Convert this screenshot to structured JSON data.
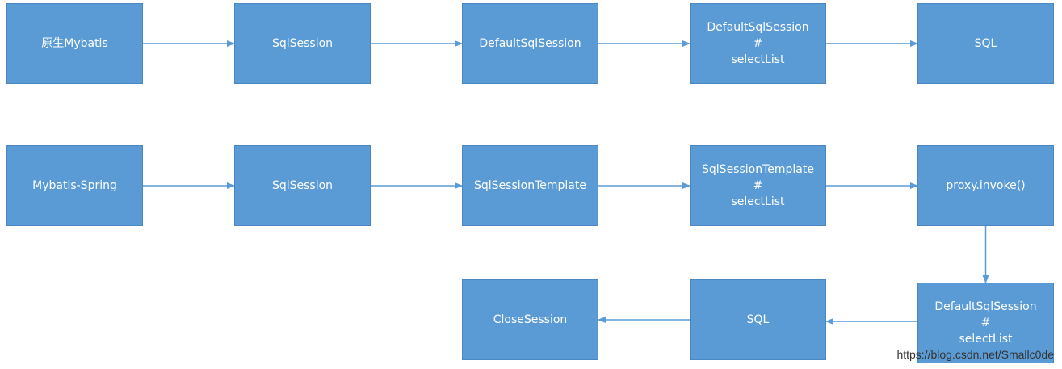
{
  "diagram": {
    "nodes": [
      {
        "id": "n1",
        "lines": [
          "原生Mybatis"
        ]
      },
      {
        "id": "n2",
        "lines": [
          "SqlSession"
        ]
      },
      {
        "id": "n3",
        "lines": [
          "DefaultSqlSession"
        ]
      },
      {
        "id": "n4",
        "lines": [
          "DefaultSqlSession",
          "#",
          "selectList"
        ]
      },
      {
        "id": "n5",
        "lines": [
          "SQL"
        ]
      },
      {
        "id": "m1",
        "lines": [
          "Mybatis-Spring"
        ]
      },
      {
        "id": "m2",
        "lines": [
          "SqlSession"
        ]
      },
      {
        "id": "m3",
        "lines": [
          "SqlSessionTemplate"
        ]
      },
      {
        "id": "m4",
        "lines": [
          "SqlSessionTemplate",
          "#",
          "selectList"
        ]
      },
      {
        "id": "m5",
        "lines": [
          "proxy.invoke()"
        ]
      },
      {
        "id": "m6",
        "lines": [
          "DefaultSqlSession",
          "#",
          "selectList"
        ]
      },
      {
        "id": "m7",
        "lines": [
          "SQL"
        ]
      },
      {
        "id": "m8",
        "lines": [
          "CloseSession"
        ]
      }
    ],
    "edges": [
      {
        "from": "n1",
        "to": "n2"
      },
      {
        "from": "n2",
        "to": "n3"
      },
      {
        "from": "n3",
        "to": "n4"
      },
      {
        "from": "n4",
        "to": "n5"
      },
      {
        "from": "m1",
        "to": "m2"
      },
      {
        "from": "m2",
        "to": "m3"
      },
      {
        "from": "m3",
        "to": "m4"
      },
      {
        "from": "m4",
        "to": "m5"
      },
      {
        "from": "m5",
        "to": "m6"
      },
      {
        "from": "m6",
        "to": "m7"
      },
      {
        "from": "m7",
        "to": "m8"
      }
    ]
  },
  "colors": {
    "node_fill": "#5b9bd5",
    "node_border": "#4a86c0",
    "edge": "#5b9bd5",
    "text": "#ffffff"
  },
  "watermark": "https://blog.csdn.net/Smallc0de"
}
